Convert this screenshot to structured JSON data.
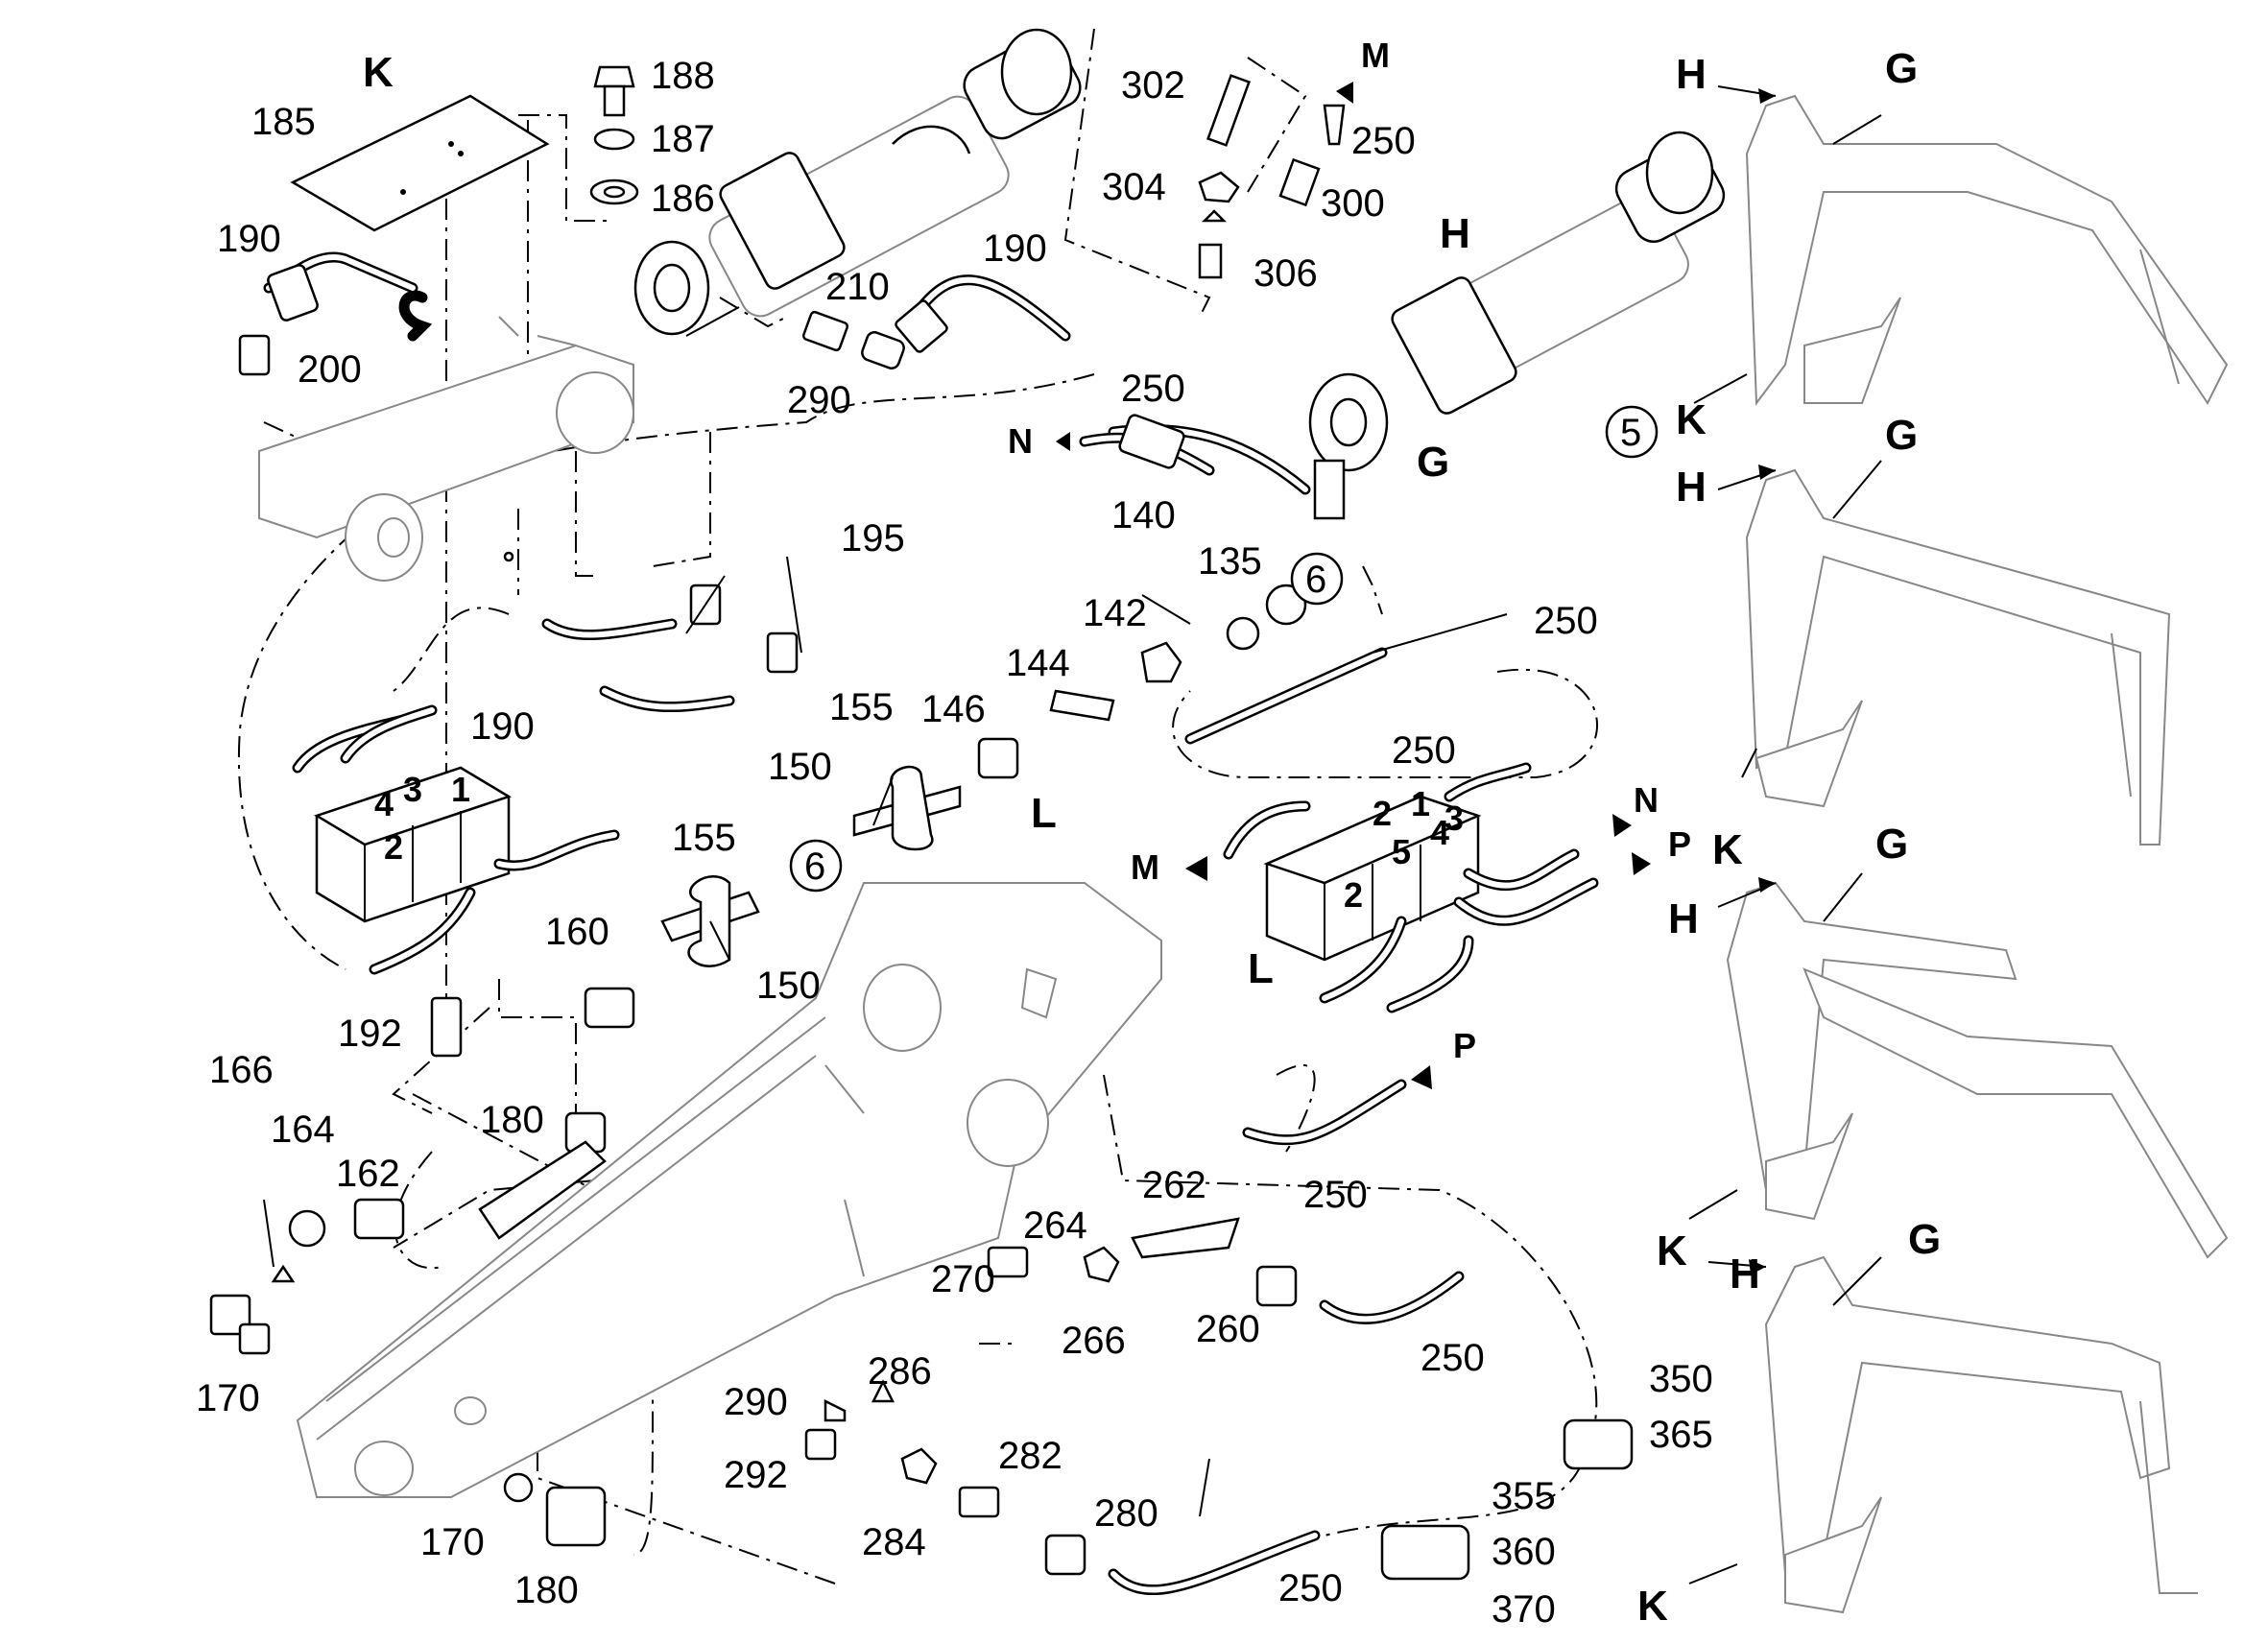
{
  "labels": {
    "K_top": "K",
    "n185": "185",
    "n188": "188",
    "n187": "187",
    "n186": "186",
    "n190a": "190",
    "n200": "200",
    "n302": "302",
    "n304": "304",
    "M_top": "M",
    "n250a": "250",
    "n300": "300",
    "n306": "306",
    "n210": "210",
    "n290a": "290",
    "n190b": "190",
    "H_mid": "H",
    "n250b": "250",
    "N_mid": "N",
    "G_mid": "G",
    "c5": "5",
    "n140": "140",
    "n135": "135",
    "c6a": "6",
    "n142": "142",
    "n250c": "250",
    "n195": "195",
    "n144": "144",
    "n155a": "155",
    "n146": "146",
    "n190c": "190",
    "n250d": "250",
    "n150a": "150",
    "N_right": "N",
    "P_right": "P",
    "M_right": "M",
    "L_top": "L",
    "n155b": "155",
    "c6b": "6",
    "n160": "160",
    "n150b": "150",
    "L_right": "L",
    "n192": "192",
    "P_low": "P",
    "n166": "166",
    "n164": "164",
    "n162": "162",
    "n180a": "180",
    "n262": "262",
    "n250e": "250",
    "n264": "264",
    "n270": "270",
    "n266": "266",
    "n260": "260",
    "n250f": "250",
    "n170a": "170",
    "n290b": "290",
    "n286": "286",
    "n292": "292",
    "n284": "284",
    "n282": "282",
    "n280": "280",
    "n170b": "170",
    "n180b": "180",
    "n250g": "250",
    "n350": "350",
    "n365": "365",
    "n355": "355",
    "n360": "360",
    "n370": "370"
  },
  "insets": [
    {
      "H": "H",
      "G": "G",
      "K": "K"
    },
    {
      "H": "H",
      "G": "G",
      "K": "K"
    },
    {
      "H": "H",
      "G": "G",
      "K": "K"
    },
    {
      "H": "H",
      "G": "G",
      "K": "K"
    }
  ],
  "valve_ports_left": [
    "3",
    "1",
    "4",
    "2"
  ],
  "valve_ports_right": [
    "2",
    "1",
    "5",
    "4",
    "3",
    "2"
  ]
}
